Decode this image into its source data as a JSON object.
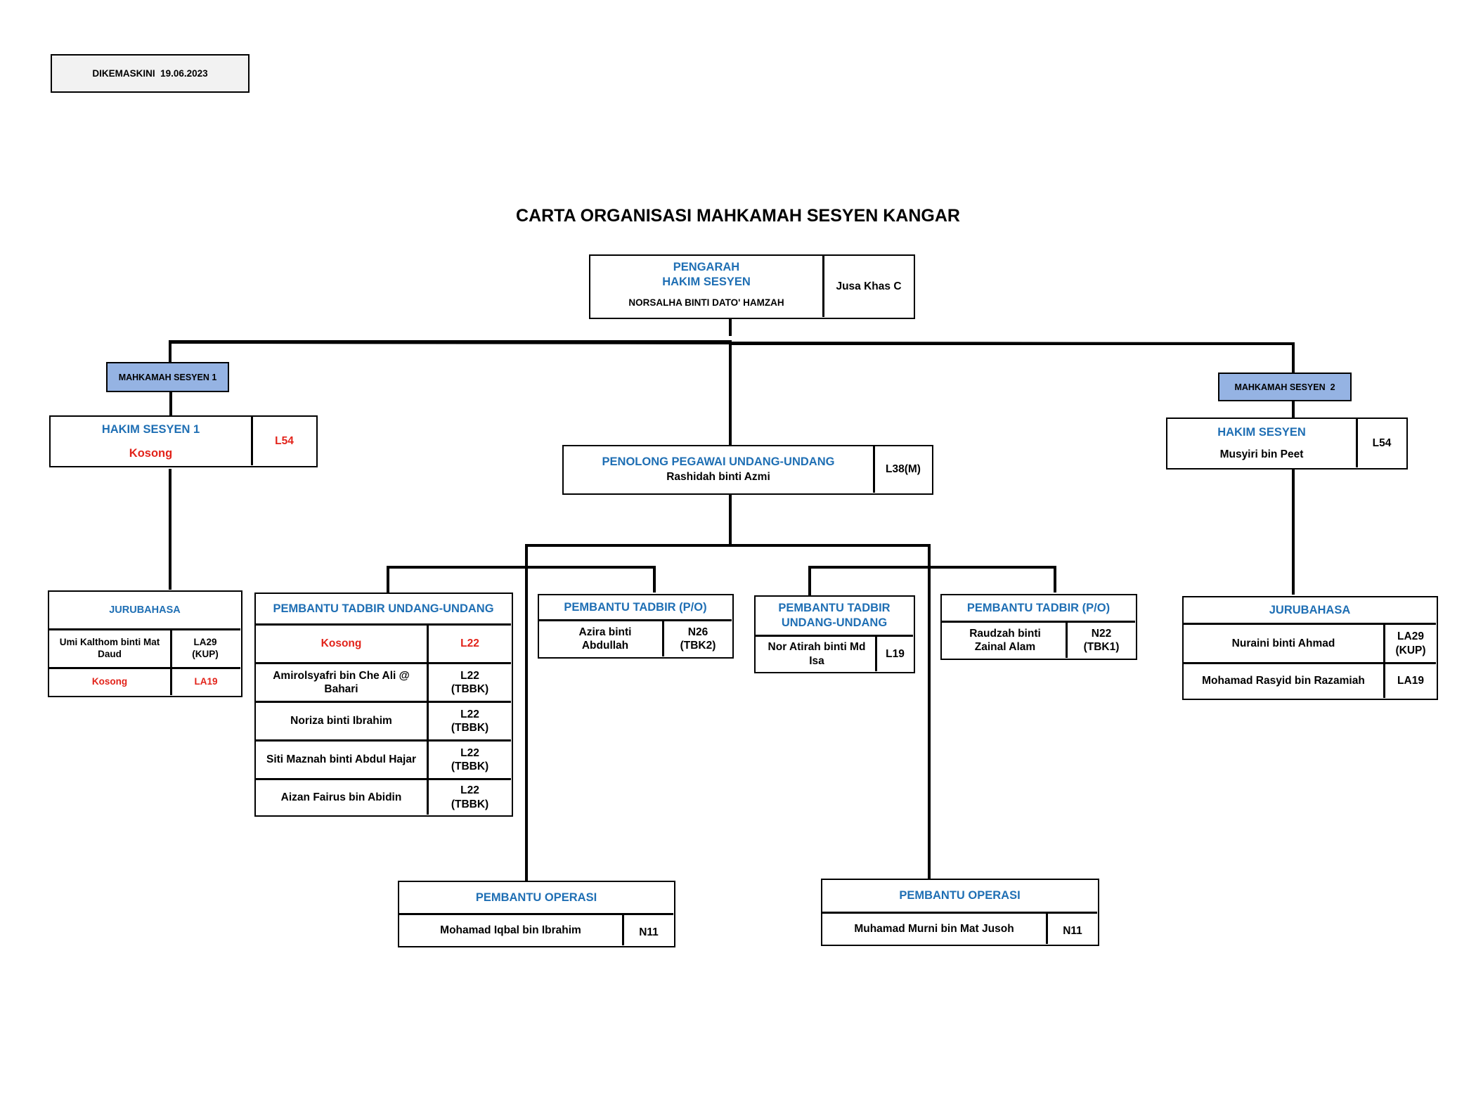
{
  "updated": "DIKEMASKINI  19.06.2023",
  "title": "CARTA ORGANISASI MAHKAMAH SESYEN KANGAR",
  "colors": {
    "blue_text": "#1f6fb4",
    "red_text": "#e2231a",
    "tag_fill": "#95b3e3",
    "updated_fill": "#f2f2f2"
  },
  "director": {
    "line1": "PENGARAH",
    "line2": "HAKIM SESYEN",
    "name": "NORSALHA BINTI DATO' HAMZAH",
    "grade": "Jusa Khas C"
  },
  "court1": {
    "tag": "MAHKAMAH SESYEN 1",
    "judge": {
      "role": "HAKIM SESYEN 1",
      "name": "Kosong",
      "grade": "L54"
    },
    "interpreter": {
      "heading": "JURUBAHASA",
      "rows": [
        {
          "name": "Umi Kalthom binti Mat Daud",
          "grade": "LA29 (KUP)"
        },
        {
          "name": "Kosong",
          "grade": "LA19"
        }
      ]
    }
  },
  "court2": {
    "tag": "MAHKAMAH SESYEN  2",
    "judge": {
      "role": "HAKIM SESYEN",
      "name": "Musyiri bin Peet",
      "grade": "L54"
    },
    "interpreter": {
      "heading": "JURUBAHASA",
      "rows": [
        {
          "name": "Nuraini binti Ahmad",
          "grade": "LA29 (KUP)"
        },
        {
          "name": "Mohamad Rasyid bin Razamiah",
          "grade": "LA19"
        }
      ]
    }
  },
  "legal_officer": {
    "role": "PENOLONG PEGAWAI UNDANG-UNDANG",
    "name": "Rashidah binti Azmi",
    "grade": "L38(M)"
  },
  "legal_assistants": {
    "heading": "PEMBANTU TADBIR UNDANG-UNDANG",
    "rows": [
      {
        "name": "Kosong",
        "grade": "L22"
      },
      {
        "name": "Amirolsyafri bin Che Ali @ Bahari",
        "grade": "L22 (TBBK)"
      },
      {
        "name": "Noriza binti Ibrahim",
        "grade": "L22 (TBBK)"
      },
      {
        "name": "Siti Maznah binti Abdul Hajar",
        "grade": "L22 (TBBK)"
      },
      {
        "name": "Aizan Fairus bin Abidin",
        "grade": "L22 (TBBK)"
      }
    ]
  },
  "admin_asst_1": {
    "heading": "PEMBANTU TADBIR (P/O)",
    "name": "Azira binti Abdullah",
    "grade": "N26 (TBK2)"
  },
  "legal_asst_2": {
    "heading": "PEMBANTU TADBIR UNDANG-UNDANG",
    "name": "Nor Atirah binti Md Isa",
    "grade": "L19"
  },
  "admin_asst_2": {
    "heading": "PEMBANTU TADBIR (P/O)",
    "name": "Raudzah binti Zainal Alam",
    "grade": "N22 (TBK1)"
  },
  "ops_1": {
    "heading": "PEMBANTU OPERASI",
    "name": "Mohamad Iqbal bin Ibrahim",
    "grade": "N11"
  },
  "ops_2": {
    "heading": "PEMBANTU OPERASI",
    "name": "Muhamad Murni bin Mat Jusoh",
    "grade": "N11"
  }
}
